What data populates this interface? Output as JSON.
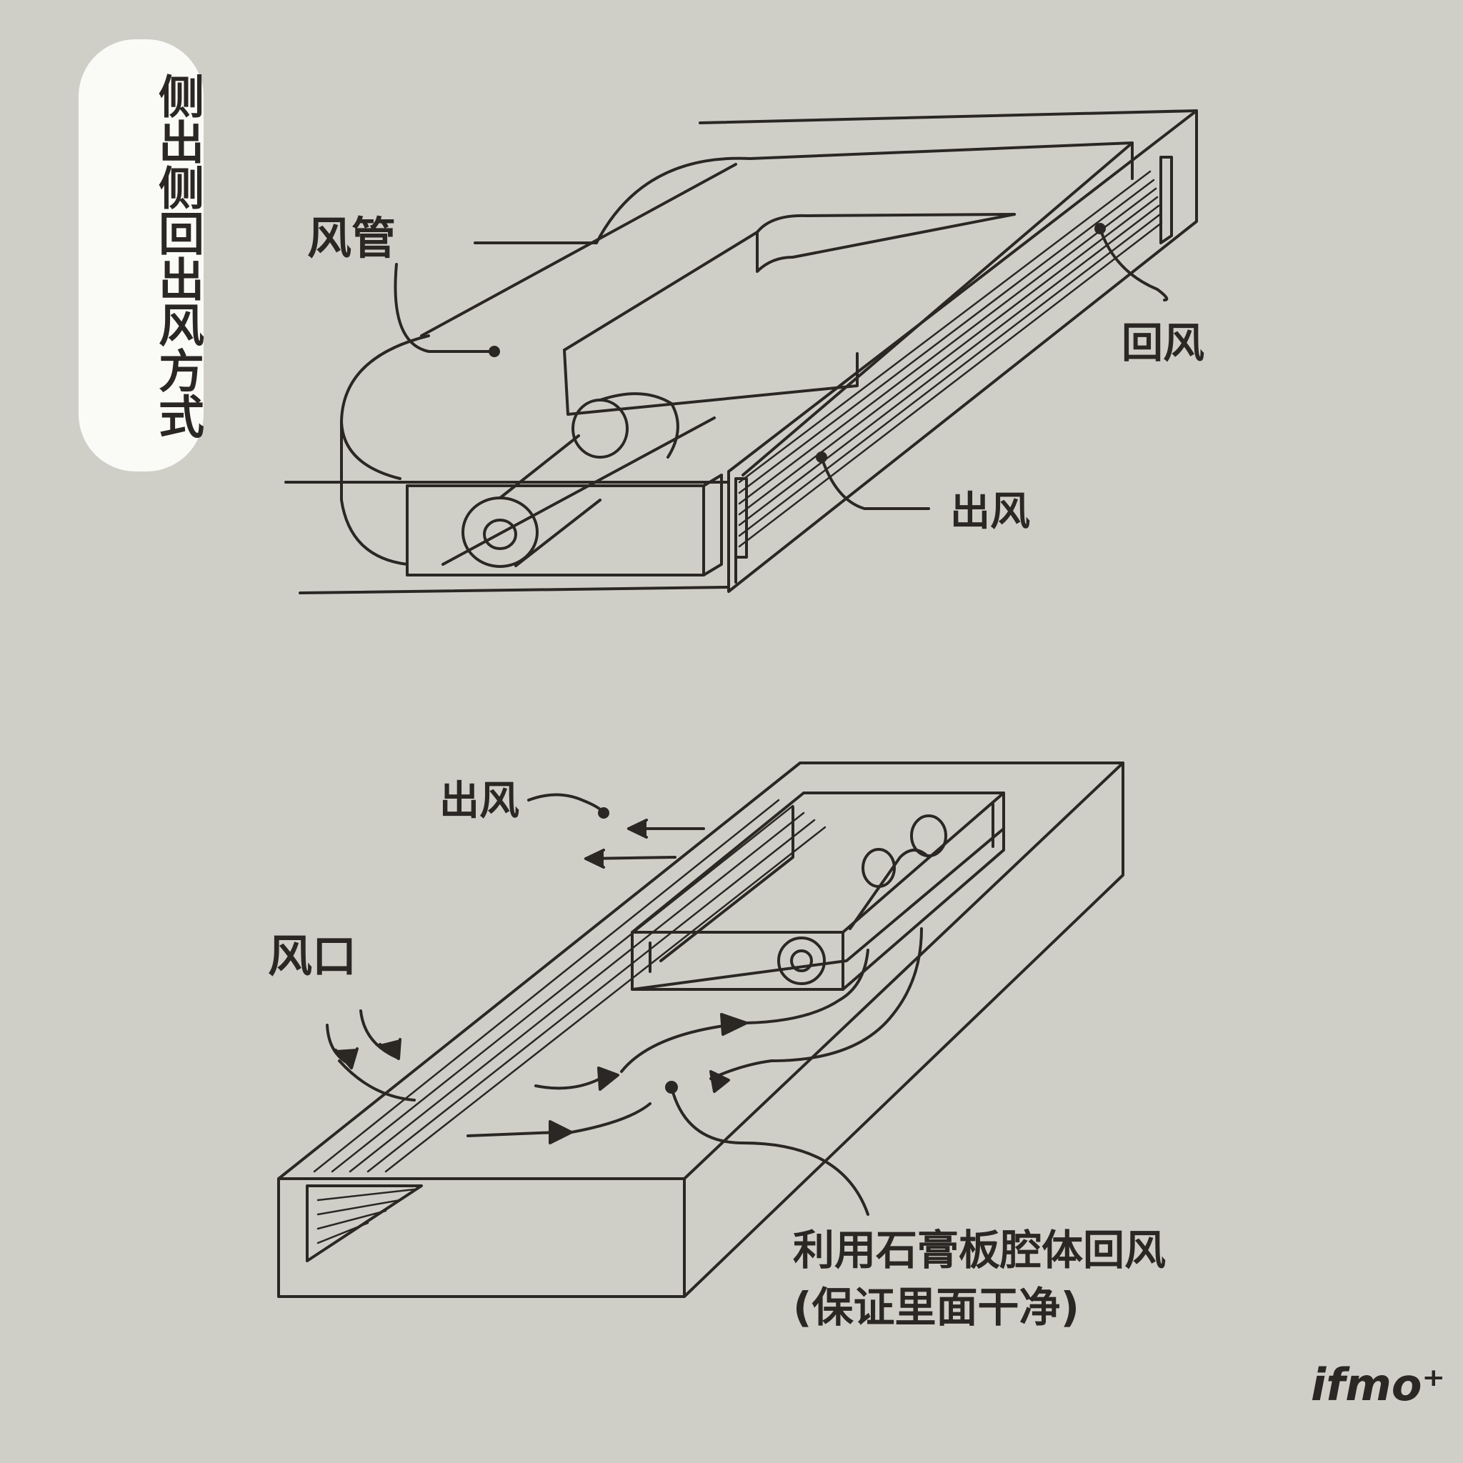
{
  "title": "侧出侧回出风方式",
  "top_diagram": {
    "label_duct": "风管",
    "label_return_air": "回风",
    "label_supply_air": "出风"
  },
  "bottom_diagram": {
    "label_supply_air": "出风",
    "label_vent": "风口",
    "label_cavity_line1": "利用石膏板腔体回风",
    "label_cavity_line2": "(保证里面干净)"
  },
  "signature": "ifmo⁺",
  "colors": {
    "background": "#cfcfc8",
    "ink": "#2b2724",
    "badge": "#fafaf7"
  }
}
